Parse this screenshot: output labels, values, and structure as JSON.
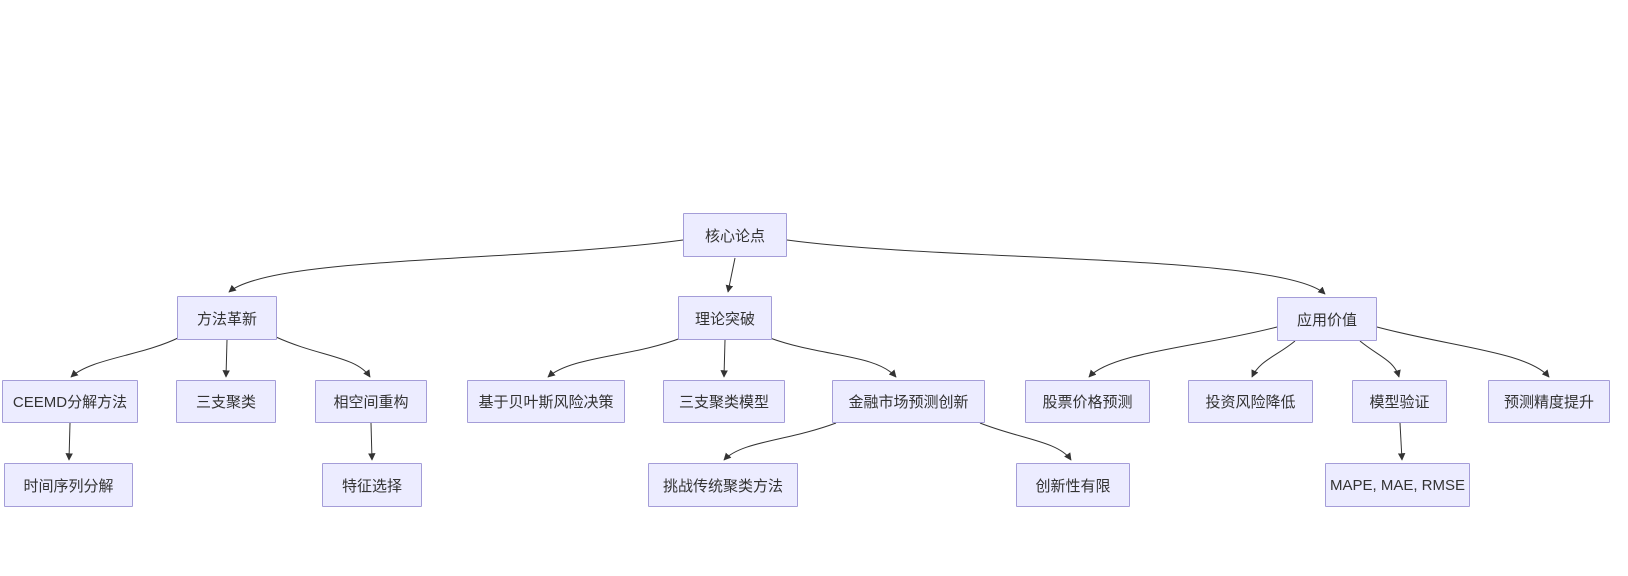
{
  "diagram": {
    "type": "flowchart",
    "orientation": "top-down",
    "colors": {
      "background": "#ffffff",
      "node_fill": "#ECECFF",
      "node_border": "#a49dd8",
      "text": "#333333",
      "edge": "#333333"
    },
    "nodes": [
      {
        "id": "core-thesis",
        "label": "核心论点"
      },
      {
        "id": "method-innovation",
        "label": "方法革新"
      },
      {
        "id": "theory-breakthrough",
        "label": "理论突破"
      },
      {
        "id": "application-value",
        "label": "应用价值"
      },
      {
        "id": "ceemd-decomposition",
        "label": "CEEMD分解方法"
      },
      {
        "id": "three-way-clustering",
        "label": "三支聚类"
      },
      {
        "id": "phase-space-reconstruction",
        "label": "相空间重构"
      },
      {
        "id": "bayesian-risk-decision",
        "label": "基于贝叶斯风险决策"
      },
      {
        "id": "three-way-clustering-model",
        "label": "三支聚类模型"
      },
      {
        "id": "financial-market-forecast-innovation",
        "label": "金融市场预测创新"
      },
      {
        "id": "stock-price-prediction",
        "label": "股票价格预测"
      },
      {
        "id": "investment-risk-reduction",
        "label": "投资风险降低"
      },
      {
        "id": "model-validation",
        "label": "模型验证"
      },
      {
        "id": "forecast-accuracy-improvement",
        "label": "预测精度提升"
      },
      {
        "id": "time-series-decomposition",
        "label": "时间序列分解"
      },
      {
        "id": "feature-selection",
        "label": "特征选择"
      },
      {
        "id": "challenge-traditional-clustering",
        "label": "挑战传统聚类方法"
      },
      {
        "id": "limited-novelty",
        "label": "创新性有限"
      },
      {
        "id": "error-metrics",
        "label": "MAPE, MAE, RMSE"
      }
    ],
    "edges": [
      {
        "from": "core-thesis",
        "to": "method-innovation"
      },
      {
        "from": "core-thesis",
        "to": "theory-breakthrough"
      },
      {
        "from": "core-thesis",
        "to": "application-value"
      },
      {
        "from": "method-innovation",
        "to": "ceemd-decomposition"
      },
      {
        "from": "method-innovation",
        "to": "three-way-clustering"
      },
      {
        "from": "method-innovation",
        "to": "phase-space-reconstruction"
      },
      {
        "from": "theory-breakthrough",
        "to": "bayesian-risk-decision"
      },
      {
        "from": "theory-breakthrough",
        "to": "three-way-clustering-model"
      },
      {
        "from": "theory-breakthrough",
        "to": "financial-market-forecast-innovation"
      },
      {
        "from": "application-value",
        "to": "stock-price-prediction"
      },
      {
        "from": "application-value",
        "to": "investment-risk-reduction"
      },
      {
        "from": "application-value",
        "to": "model-validation"
      },
      {
        "from": "application-value",
        "to": "forecast-accuracy-improvement"
      },
      {
        "from": "ceemd-decomposition",
        "to": "time-series-decomposition"
      },
      {
        "from": "phase-space-reconstruction",
        "to": "feature-selection"
      },
      {
        "from": "financial-market-forecast-innovation",
        "to": "challenge-traditional-clustering"
      },
      {
        "from": "financial-market-forecast-innovation",
        "to": "limited-novelty"
      },
      {
        "from": "model-validation",
        "to": "error-metrics"
      }
    ]
  }
}
